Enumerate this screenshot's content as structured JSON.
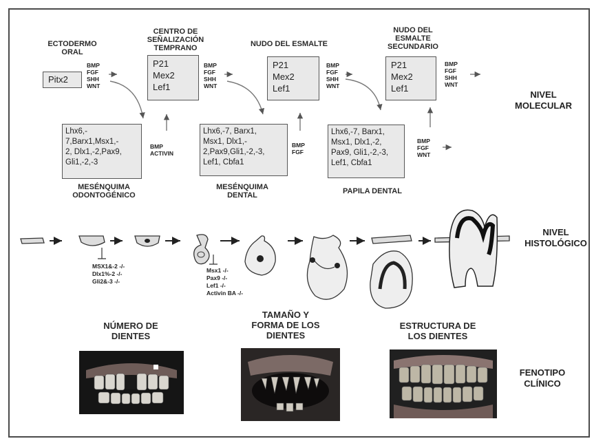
{
  "stages": {
    "ectodermo_oral": "ECTODERMO ORAL",
    "centro_senalizacion": "CENTRO DE SEÑALIZACIÓN TEMPRANO",
    "nudo_esmalte": "NUDO DEL ESMALTE",
    "nudo_esmalte_secundario": "NUDO DEL ESMALTE SECUNDARIO"
  },
  "boxes": {
    "pitx2": "Pitx2",
    "signal_center_1": [
      "P21",
      "Mex2",
      "Lef1"
    ],
    "signal_center_2": [
      "P21",
      "Mex2",
      "Lef1"
    ],
    "signal_center_3": [
      "P21",
      "Mex2",
      "Lef1"
    ],
    "mes_odontogenico": [
      "Lhx6,-",
      "7,Barx1,Msx1,-",
      "2, Dlx1,-2,Pax9,",
      "Gli1,-2,-3"
    ],
    "mes_dental": [
      "Lhx6,-7, Barx1,",
      "Msx1, Dlx1,-",
      "2,Pax9,Gli1,-2,-3,",
      "Lef1, Cbfa1"
    ],
    "papila_dental": [
      "Lhx6,-7, Barx1,",
      "Msx1, Dlx1,-2,",
      "Pax9, Gli1,-2,-3,",
      "Lef1, Cbfa1"
    ]
  },
  "signals": {
    "s1": [
      "BMP",
      "FGF",
      "SHH",
      "WNT"
    ],
    "s2": [
      "BMP",
      "FGF",
      "SHH",
      "WNT"
    ],
    "s3": [
      "BMP",
      "FGF",
      "SHH",
      "WNT"
    ],
    "s4": [
      "BMP",
      "FGF",
      "SHH",
      "WNT"
    ],
    "bmp_activin": [
      "BMP",
      "ACTIVIN"
    ],
    "bmp_fgf": [
      "BMP",
      "FGF"
    ],
    "bmp_fgf_wnt": [
      "BMP",
      "FGF",
      "WNT"
    ]
  },
  "mesenchyme_labels": {
    "odontogenico": "MESÉNQUIMA ODONTOGÉNICO",
    "dental": "MESÉNQUIMA DENTAL",
    "papila": "PAPILA DENTAL"
  },
  "levels": {
    "molecular": [
      "NIVEL",
      "MOLECULAR"
    ],
    "histologico": [
      "NIVEL",
      "HISTOLÓGICO"
    ],
    "fenotipo": [
      "FENOTIPO",
      "CLÍNICO"
    ]
  },
  "mutants": {
    "group1": [
      "MSX1&-2 -/-",
      "Dlx1%-2 -/-",
      "Gli2&-3 -/-"
    ],
    "group2": [
      "Msx1 -/-",
      "Pax9 -/-",
      "Lef1 -/-",
      "Activin BA -/-"
    ]
  },
  "phenotypes": {
    "numero": [
      "NÚMERO DE",
      "DIENTES"
    ],
    "tamano": [
      "TAMAÑO Y",
      "FORMA DE LOS",
      "DIENTES"
    ],
    "estructura": [
      "ESTRUCTURA DE",
      "LOS DIENTES"
    ]
  }
}
